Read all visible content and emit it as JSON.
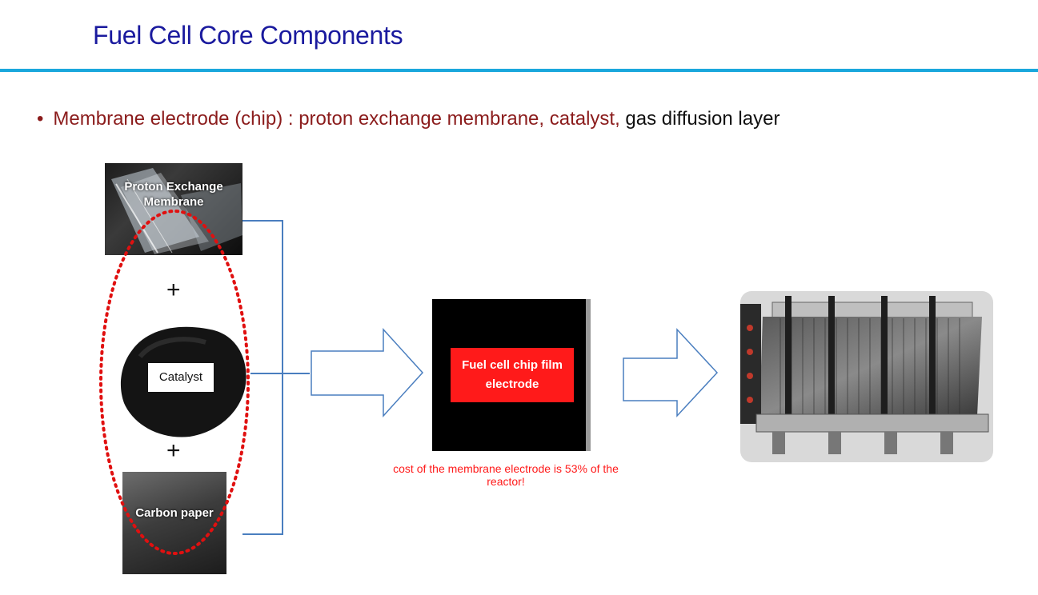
{
  "slide": {
    "title": "Fuel Cell Core Components",
    "bullet": {
      "highlighted_text": "Membrane electrode (chip) : proton exchange membrane, catalyst,",
      "plain_text": " gas diffusion layer"
    }
  },
  "components": {
    "membrane_label": "Proton Exchange Membrane",
    "catalyst_label": "Catalyst",
    "carbon_paper_label": "Carbon paper",
    "plus_sign": "+"
  },
  "result": {
    "chip_label": "Fuel cell chip film electrode",
    "cost_note": "cost of the membrane electrode is 53% of the reactor!"
  },
  "colors": {
    "title": "#1a1a9e",
    "rule": "#1aa7dc",
    "bullet_red": "#8b1c1c",
    "ellipse": "#e01010",
    "bracket": "#4a7ebf",
    "chip_red": "#ff1a1a"
  },
  "icons": [
    "bullet-dot-icon",
    "arrow-right-icon",
    "plus-icon"
  ]
}
